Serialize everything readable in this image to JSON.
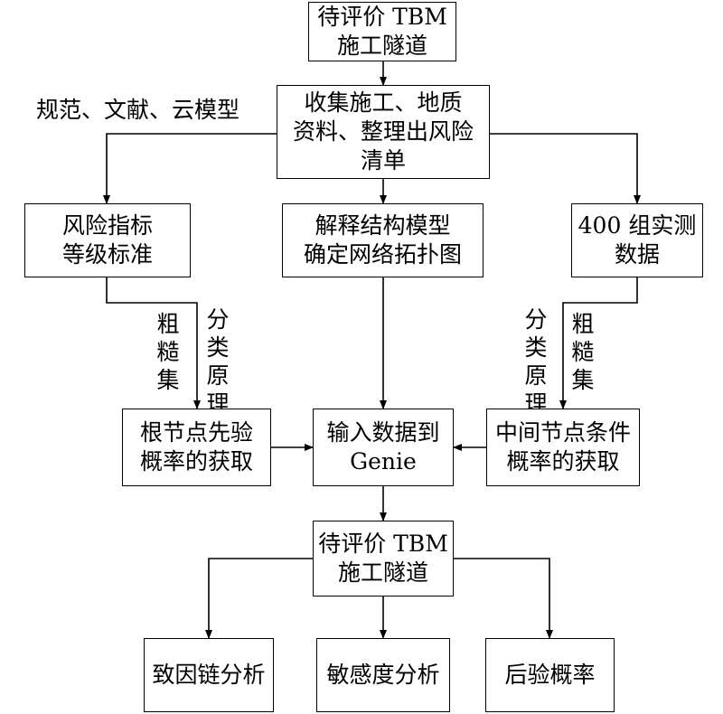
{
  "nodes": {
    "tunnel_top": [
      "待评价 TBM",
      "施工隧道"
    ],
    "collect": [
      "收集施工、地质",
      "资料、整理出风险",
      "清单"
    ],
    "risk_standard": [
      "风险指标",
      "等级标准"
    ],
    "ism": [
      "解释结构模型",
      "确定网络拓扑图"
    ],
    "measured": [
      "400 组实测",
      "数据"
    ],
    "root_prob": [
      "根节点先验",
      "概率的获取"
    ],
    "genie": [
      "输入数据到",
      "Genie"
    ],
    "mid_prob": [
      "中间节点条件",
      "概率的获取"
    ],
    "tunnel_bottom": [
      "待评价 TBM",
      "施工隧道"
    ],
    "causal": [
      "致因链分析"
    ],
    "sensitivity": [
      "敏感度分析"
    ],
    "posterior": [
      "后验概率"
    ]
  },
  "labels": {
    "sources": "规范、文献、云模型",
    "rough_set_left": "粗糙集",
    "classify_left": "分类原理",
    "classify_right": "分类原理",
    "rough_set_right": "粗糙集"
  }
}
